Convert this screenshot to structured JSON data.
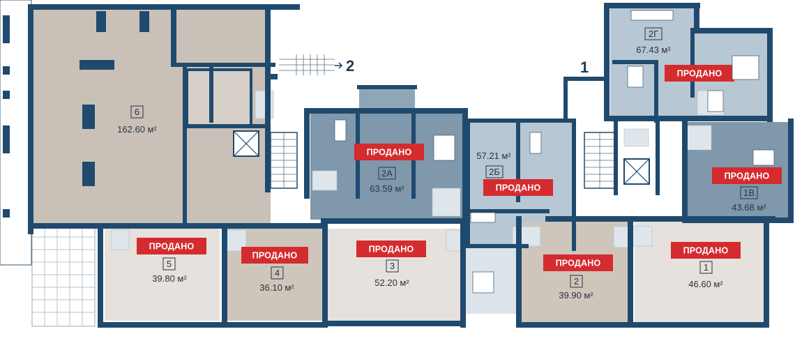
{
  "colors": {
    "wall": "#1f4a6e",
    "sold_badge": "#d42b2f",
    "unit_gray": "#7f98ab",
    "unit_lightblue": "#b7c7d3",
    "unit_beige": "#cfc6bb",
    "unit_pale": "#e6e1dc",
    "unit_commercial": "#c9c1b8",
    "corridor": "#ffffff"
  },
  "entrances": [
    {
      "label": "2"
    },
    {
      "label": "1"
    }
  ],
  "units": [
    {
      "number": "6",
      "area": "162.60 м²",
      "status": "",
      "color": "unit_commercial"
    },
    {
      "number": "2Г",
      "area": "67.43 м²",
      "status": "ПРОДАНО",
      "color": "unit_lightblue"
    },
    {
      "number": "2А",
      "area": "63.59 м²",
      "status": "ПРОДАНО",
      "color": "unit_gray"
    },
    {
      "number": "2Б",
      "area": "57.21 м²",
      "status": "ПРОДАНО",
      "color": "unit_lightblue"
    },
    {
      "number": "1В",
      "area": "43.68 м²",
      "status": "ПРОДАНО",
      "color": "unit_gray"
    },
    {
      "number": "5",
      "area": "39.80 м²",
      "status": "ПРОДАНО",
      "color": "unit_pale"
    },
    {
      "number": "4",
      "area": "36.10 м²",
      "status": "ПРОДАНО",
      "color": "unit_beige"
    },
    {
      "number": "3",
      "area": "52.20 м²",
      "status": "ПРОДАНО",
      "color": "unit_pale"
    },
    {
      "number": "2",
      "area": "39.90 м²",
      "status": "ПРОДАНО",
      "color": "unit_beige"
    },
    {
      "number": "1",
      "area": "46.60 м²",
      "status": "ПРОДАНО",
      "color": "unit_pale"
    }
  ]
}
